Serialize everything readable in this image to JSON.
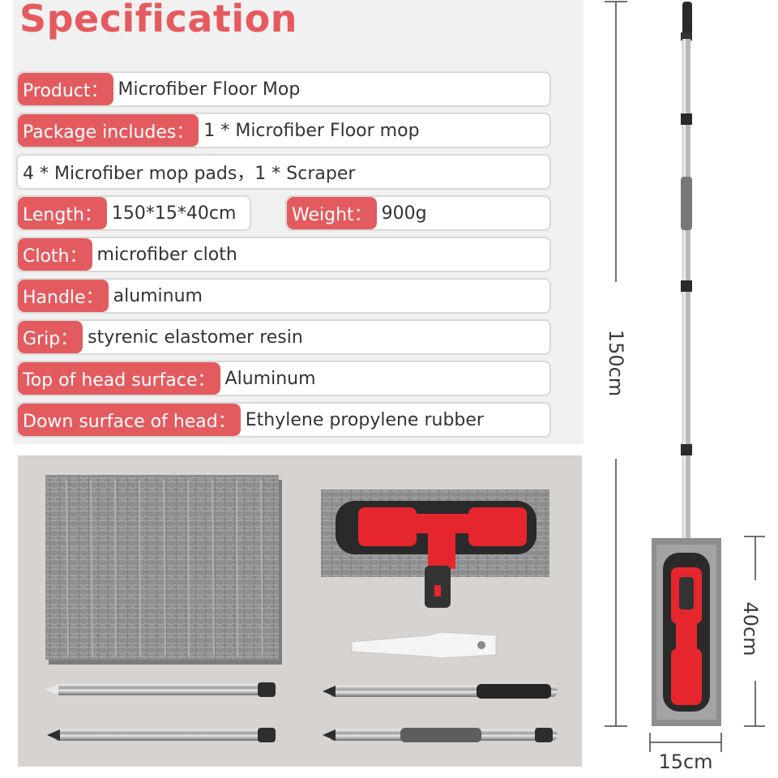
{
  "title": "Specification",
  "rows": {
    "product": {
      "label": "Product：",
      "value": "Microfiber Floor Mop"
    },
    "package": {
      "label": "Package includes：",
      "value": "1 * Microfiber Floor mop"
    },
    "package2": {
      "value": "4 * Microfiber mop pads，1 * Scraper"
    },
    "length": {
      "label": "Length：",
      "value": "150*15*40cm"
    },
    "weight": {
      "label": "Weight：",
      "value": "900g"
    },
    "cloth": {
      "label": "Cloth：",
      "value": "microfiber cloth"
    },
    "handle": {
      "label": "Handle：",
      "value": "aluminum"
    },
    "grip": {
      "label": "Grip：",
      "value": "styrenic elastomer resin"
    },
    "top": {
      "label": "Top of head surface：",
      "value": "Aluminum"
    },
    "down": {
      "label": "Down surface of head：",
      "value": "Ethylene propylene rubber"
    }
  },
  "dimensions": {
    "height": "150cm",
    "depth": "40cm",
    "width": "15cm"
  },
  "colors": {
    "accent": "#e35b5f",
    "title": "#e55a5e",
    "photo_bg": "#d7d3d1"
  }
}
